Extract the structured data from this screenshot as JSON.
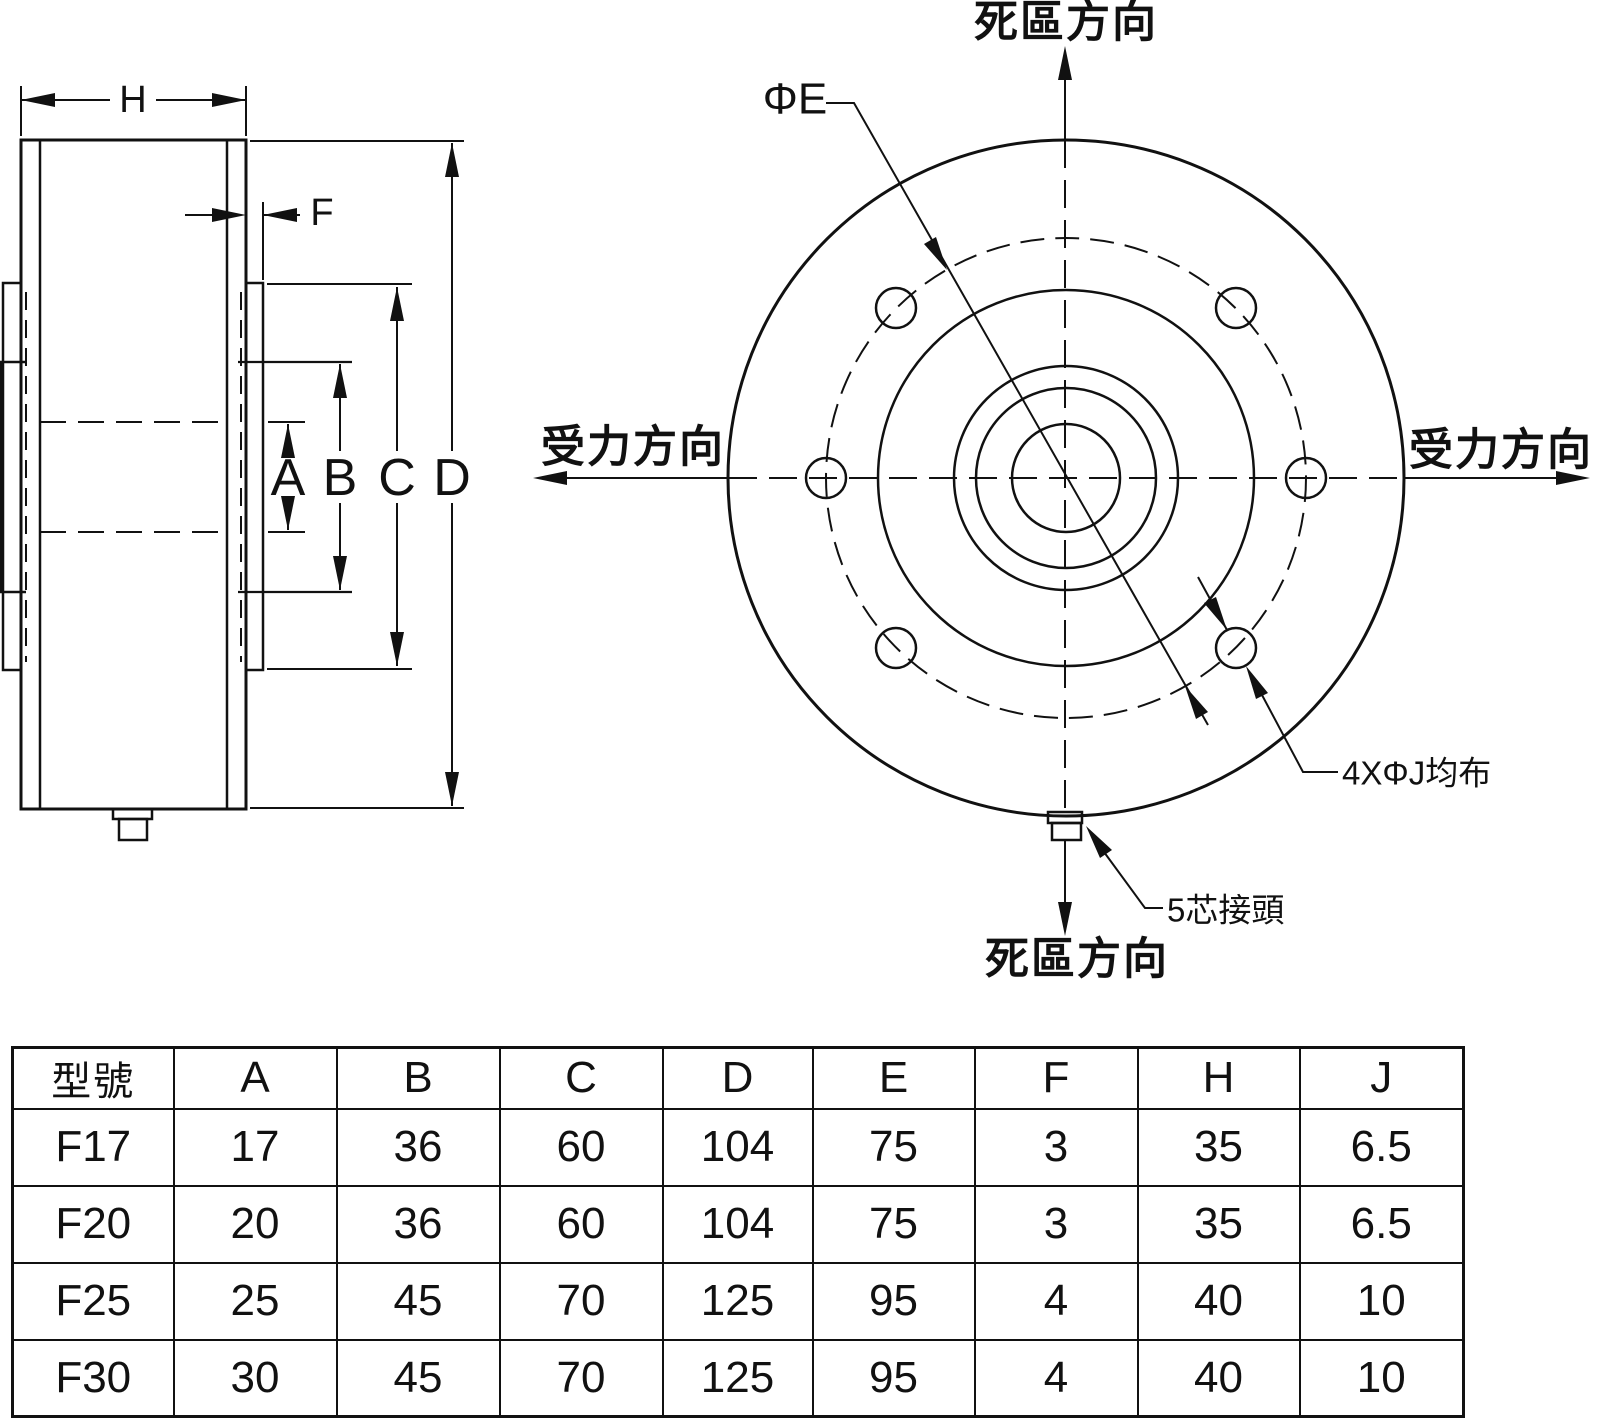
{
  "drawing": {
    "side_view": {
      "dims": {
        "h": "H",
        "f": "F",
        "a": "A",
        "b": "B",
        "c": "C",
        "d": "D"
      }
    },
    "front_view": {
      "dead_zone_top": "死區方向",
      "dead_zone_bottom": "死區方向",
      "force_left": "受力方向",
      "force_right": "受力方向",
      "bolt_circle_label": "ΦE",
      "holes_label": "4XΦJ均布",
      "connector_label": "5芯接頭"
    }
  },
  "table": {
    "headers": [
      "型號",
      "A",
      "B",
      "C",
      "D",
      "E",
      "F",
      "H",
      "J"
    ],
    "rows": [
      [
        "F17",
        "17",
        "36",
        "60",
        "104",
        "75",
        "3",
        "35",
        "6.5"
      ],
      [
        "F20",
        "20",
        "36",
        "60",
        "104",
        "75",
        "3",
        "35",
        "6.5"
      ],
      [
        "F25",
        "25",
        "45",
        "70",
        "125",
        "95",
        "4",
        "40",
        "10"
      ],
      [
        "F30",
        "30",
        "45",
        "70",
        "125",
        "95",
        "4",
        "40",
        "10"
      ]
    ]
  },
  "colors": {
    "line": "#111111",
    "background": "#ffffff"
  }
}
